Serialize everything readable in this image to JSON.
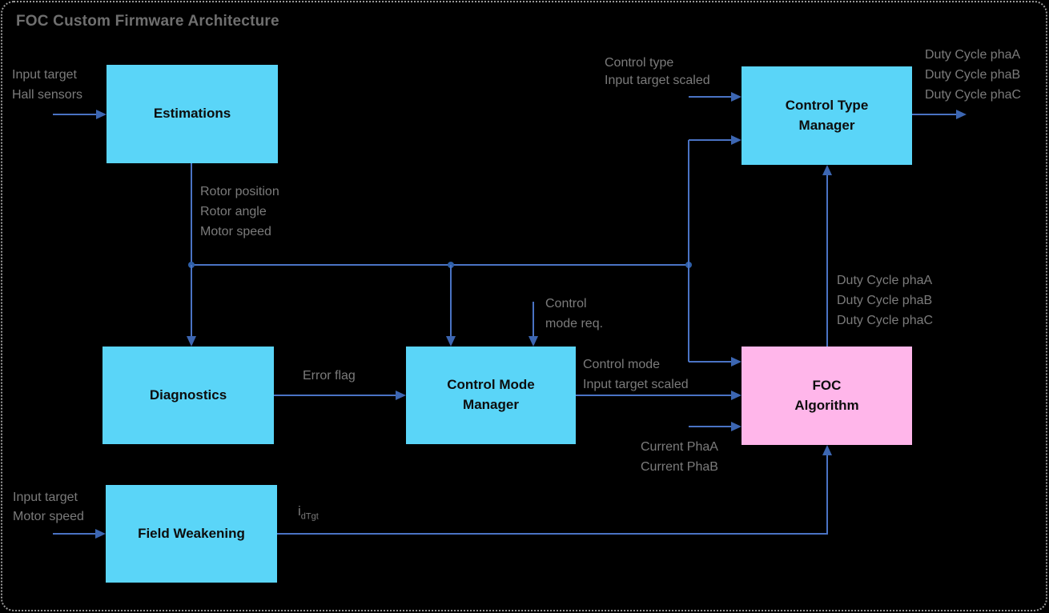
{
  "title": "FOC Custom Firmware Architecture",
  "colors": {
    "background": "#000000",
    "box_fill_cyan": "#5AD5F8",
    "box_fill_pink": "#FFB6EA",
    "connector_blue": "#4472C4",
    "label_gray": "#7B7B7B",
    "title_gray": "#6F6F6F"
  },
  "boxes": {
    "estimations": {
      "label": "Estimations"
    },
    "control_type_manager": {
      "label": "Control Type\nManager"
    },
    "diagnostics": {
      "label": "Diagnostics"
    },
    "control_mode_manager": {
      "label": "Control Mode\nManager"
    },
    "foc_algorithm": {
      "label": "FOC\nAlgorithm"
    },
    "field_weakening": {
      "label": "Field Weakening"
    }
  },
  "labels": {
    "estimations_inputs": [
      "Input target",
      "Hall sensors"
    ],
    "estimations_outputs": [
      "Rotor position",
      "Rotor angle",
      "Motor speed"
    ],
    "control_type_inputs": [
      "Control type",
      "Input target scaled"
    ],
    "duty_cycle_outputs": [
      "Duty Cycle phaA",
      "Duty Cycle phaB",
      "Duty Cycle phaC"
    ],
    "foc_duty_outputs": [
      "Duty Cycle phaA",
      "Duty Cycle phaB",
      "Duty Cycle phaC"
    ],
    "control_mode_request": [
      "Control",
      "mode req."
    ],
    "error_flag": "Error flag",
    "control_mode_outputs": [
      "Control mode",
      "Input target scaled"
    ],
    "current_inputs": [
      "Current PhaA",
      "Current PhaB"
    ],
    "field_weakening_inputs": [
      "Input target",
      "Motor speed"
    ],
    "field_weakening_output_base": "i",
    "field_weakening_output_sub": "dTgt"
  }
}
